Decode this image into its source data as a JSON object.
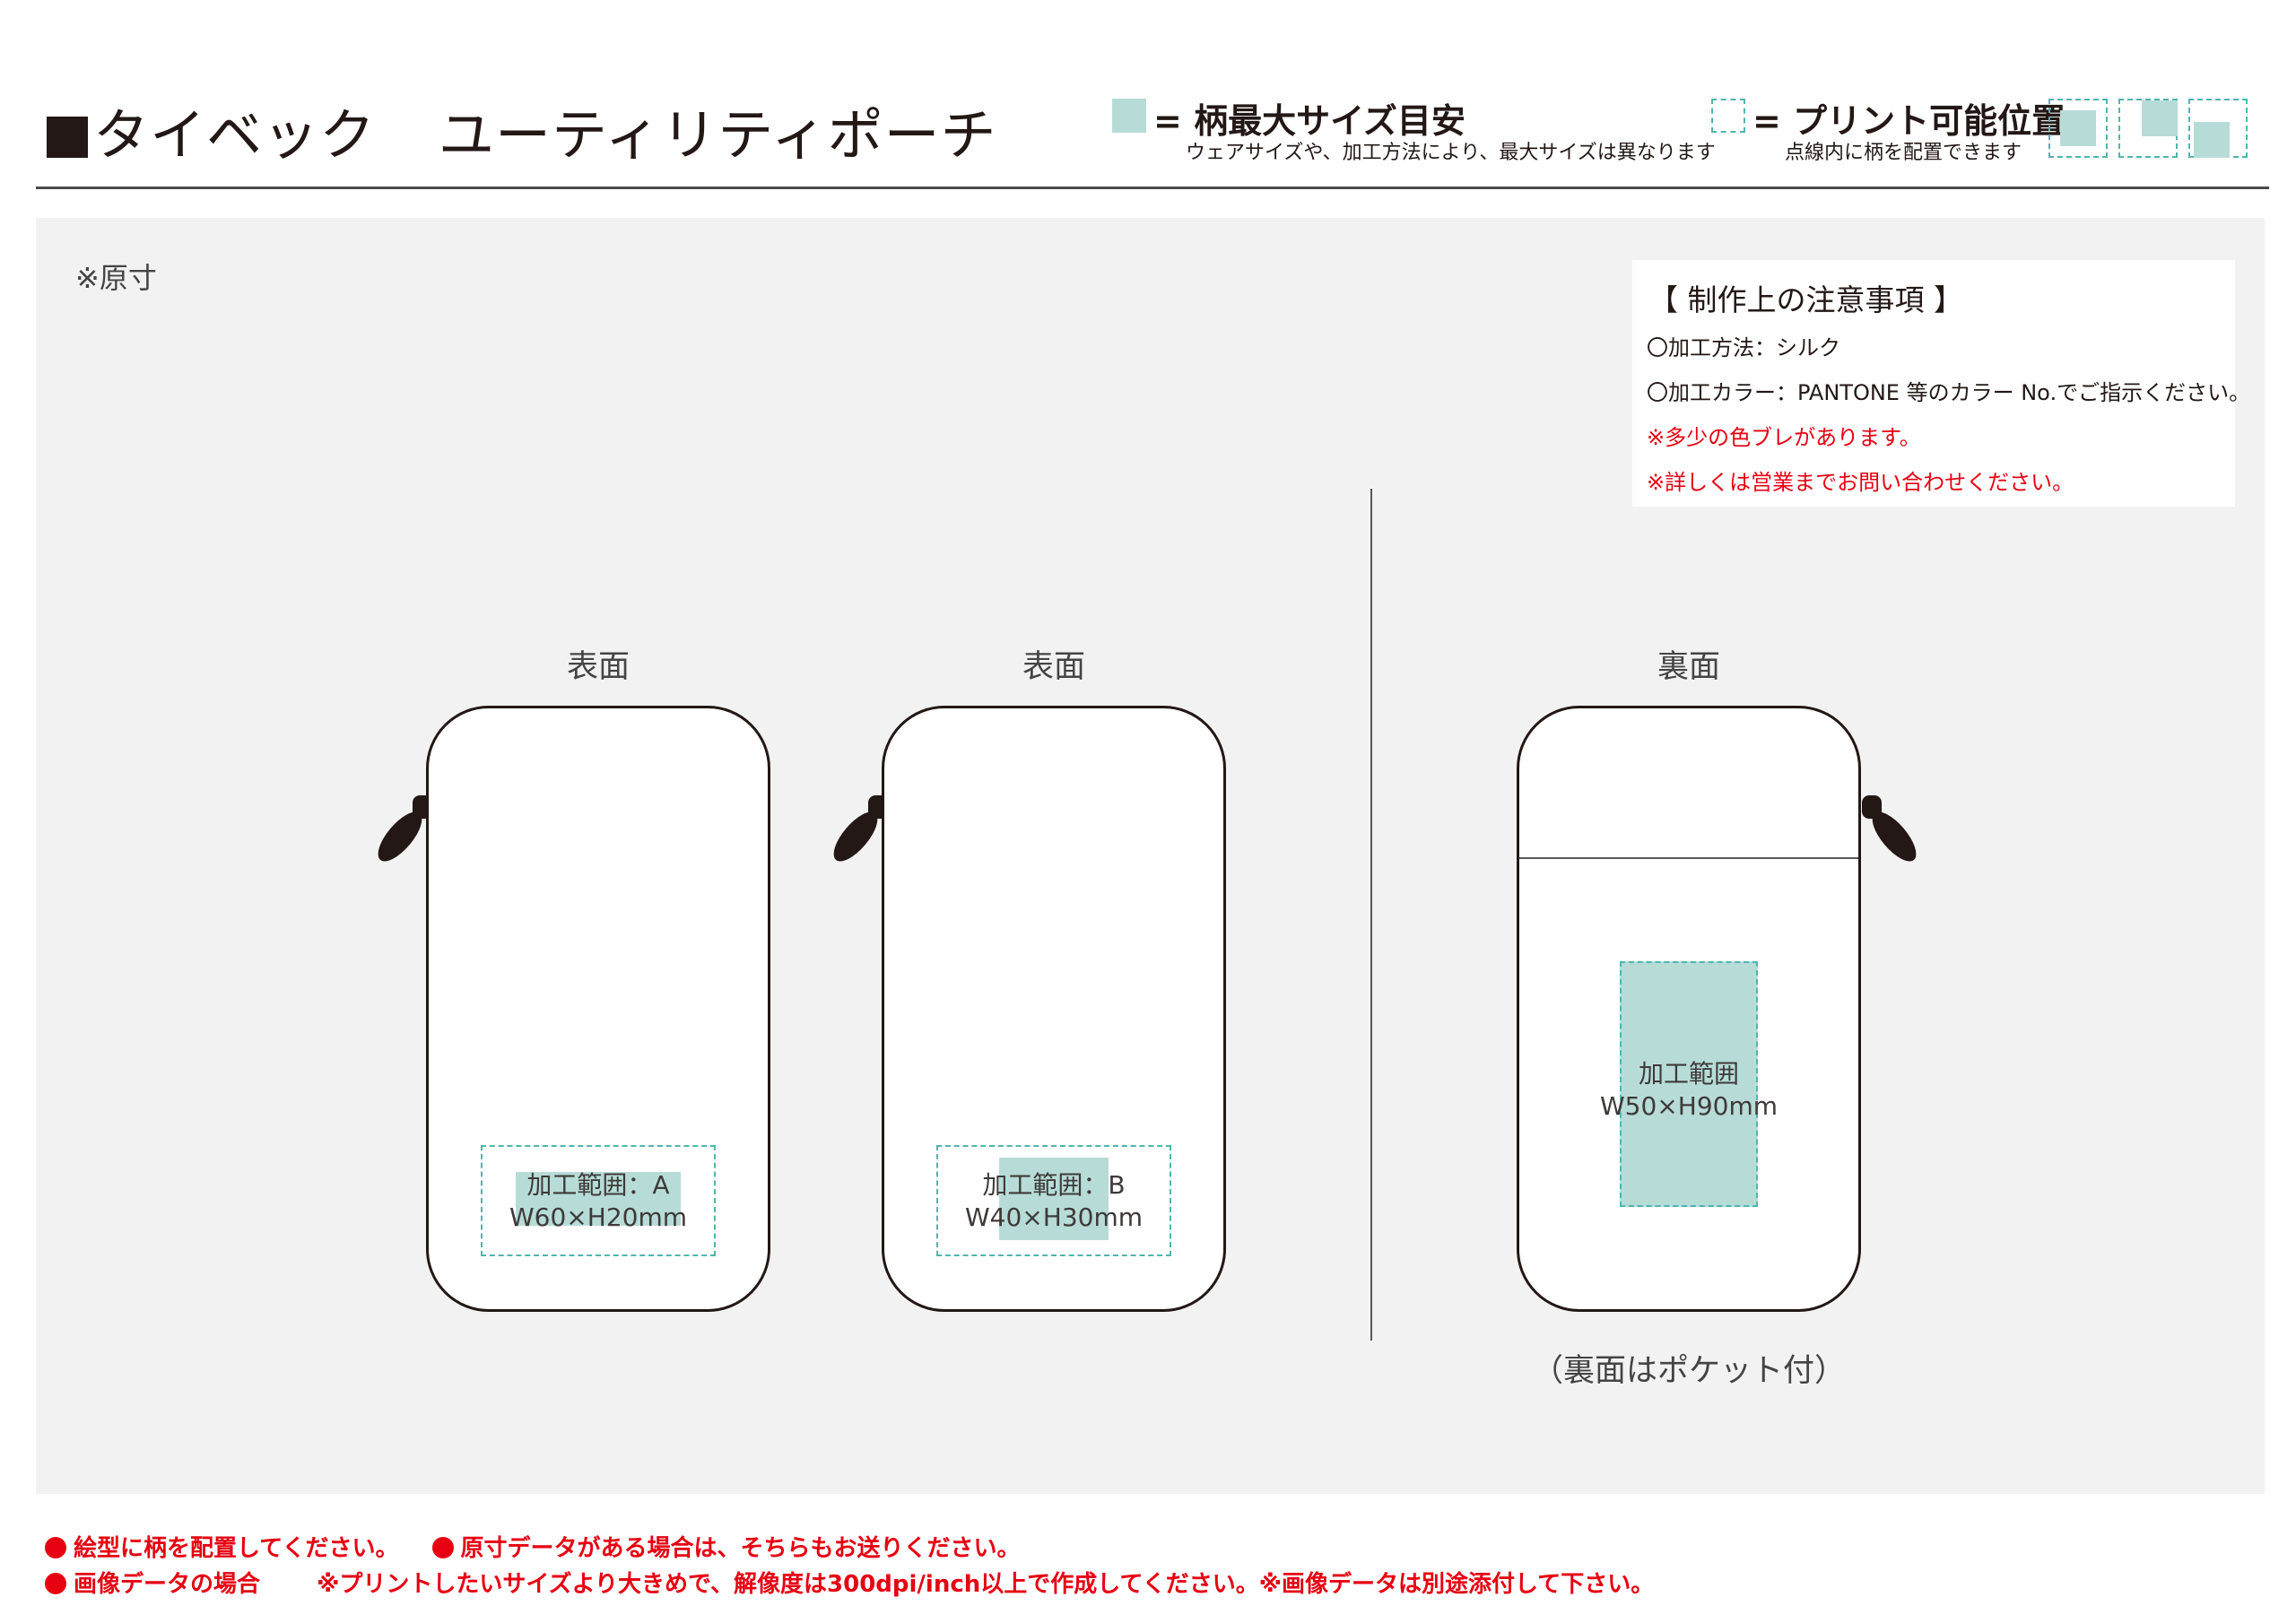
{
  "header": {
    "title_main": "タイベック",
    "title_sub": "ユーティリティポーチ",
    "legend_max": {
      "label": "= 柄最大サイズ目安",
      "note": "ウェアサイズや、加工方法により、最大サイズは異なります"
    },
    "legend_print": {
      "label": "= プリント可能位置",
      "note": "点線内に柄を配置できます"
    }
  },
  "colors": {
    "swatch_fill": "#b7dcd8",
    "dash_color": "#4fb5ae",
    "warning_red": "#e60012",
    "panel_bg": "#f2f2f2"
  },
  "panel": {
    "scale_note": "※原寸",
    "notice": {
      "title": "【 制作上の注意事項 】",
      "lines": [
        "〇加工方法：シルク",
        "〇加工カラー：PANTONE 等のカラー No.でご指示ください。"
      ],
      "warnings": [
        "※多少の色ブレがあります。",
        "※詳しくは営業までお問い合わせください。"
      ]
    },
    "views": [
      {
        "label": "表面",
        "area_name": "加工範囲：A",
        "area_size": "W60×H20mm"
      },
      {
        "label": "表面",
        "area_name": "加工範囲：B",
        "area_size": "W40×H30mm"
      },
      {
        "label": "裏面",
        "area_name": "加工範囲",
        "area_size": "W50×H90mm",
        "note": "（裏面はポケット付）"
      }
    ]
  },
  "footer": {
    "line1_a": "絵型に柄を配置してください。",
    "line1_b": "原寸データがある場合は、そちらもお送りください。",
    "line2_a": "画像データの場合",
    "line2_b": "※プリントしたいサイズより大きめで、解像度は300dpi/inch以上で作成してください。※画像データは別途添付して下さい。"
  }
}
